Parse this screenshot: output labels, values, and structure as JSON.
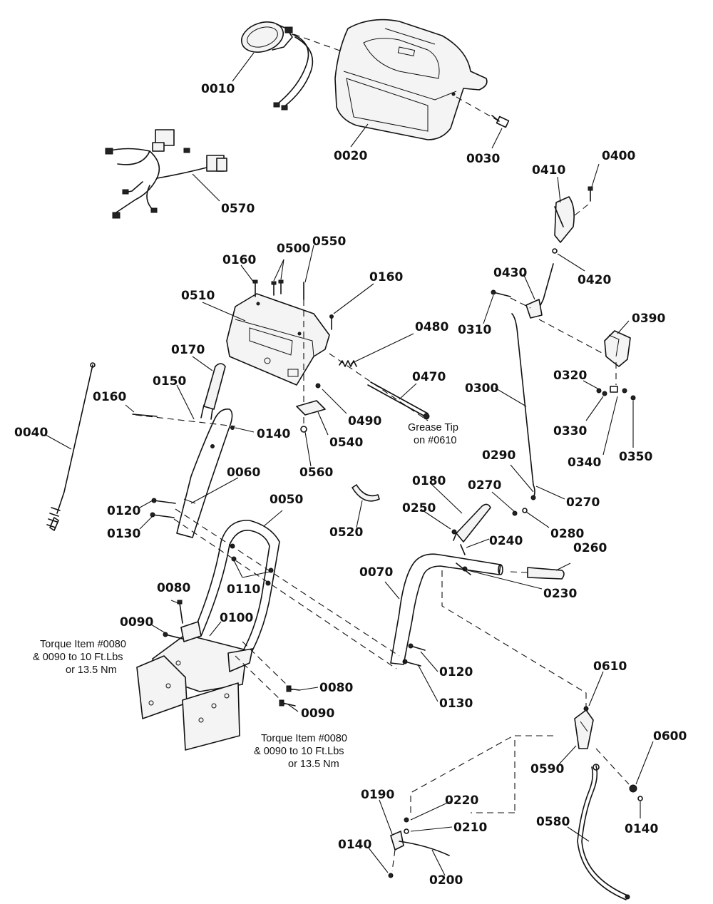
{
  "callouts": {
    "c0010": "0010",
    "c0020": "0020",
    "c0030": "0030",
    "c0570": "0570",
    "c0400": "0400",
    "c0410": "0410",
    "c0420": "0420",
    "c0430": "0430",
    "c0310": "0310",
    "c0390": "0390",
    "c0320": "0320",
    "c0330": "0330",
    "c0340": "0340",
    "c0350": "0350",
    "c0160a": "0160",
    "c0500": "0500",
    "c0550": "0550",
    "c0160b": "0160",
    "c0510": "0510",
    "c0480": "0480",
    "c0470": "0470",
    "c0300": "0300",
    "c0170": "0170",
    "c0150": "0150",
    "c0160c": "0160",
    "c0040": "0040",
    "c0140a": "0140",
    "c0490": "0490",
    "c0540": "0540",
    "c0560": "0560",
    "c0060": "0060",
    "c0290": "0290",
    "c0270a": "0270",
    "c0270b": "0270",
    "c0280": "0280",
    "c0180": "0180",
    "c0250": "0250",
    "c0240": "0240",
    "c0520": "0520",
    "c0120a": "0120",
    "c0130a": "0130",
    "c0050": "0050",
    "c0110": "0110",
    "c0260": "0260",
    "c0230": "0230",
    "c0070": "0070",
    "c0080a": "0080",
    "c0090a": "0090",
    "c0100": "0100",
    "c0080b": "0080",
    "c0090b": "0090",
    "c0120b": "0120",
    "c0130b": "0130",
    "c0610": "0610",
    "c0600": "0600",
    "c0590": "0590",
    "c0140b": "0140",
    "c0580": "0580",
    "c0190": "0190",
    "c0220": "0220",
    "c0210": "0210",
    "c0140c": "0140",
    "c0200": "0200"
  },
  "notes": {
    "grease_line1": "Grease Tip",
    "grease_line2": "on #0610",
    "torque_left_line1": "Torque Item #0080",
    "torque_left_line2": "& 0090 to 10 Ft.Lbs",
    "torque_left_line3": "or 13.5 Nm",
    "torque_right_line1": "Torque Item #0080",
    "torque_right_line2": "& 0090 to 10 Ft.Lbs",
    "torque_right_line3": "or 13.5 Nm"
  }
}
